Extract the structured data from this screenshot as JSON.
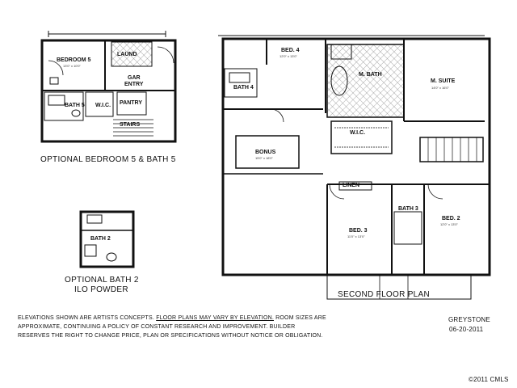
{
  "plan": {
    "captions": {
      "optional_bed5": "OPTIONAL BEDROOM 5 & BATH 5",
      "optional_bath2_line1": "OPTIONAL BATH 2",
      "optional_bath2_line2": "ILO POWDER",
      "second_floor": "SECOND FLOOR PLAN"
    },
    "rooms": {
      "bedroom5": "BEDROOM 5",
      "bedroom5_dim": "13'0\" x 10'0\"",
      "laund": "LAUND",
      "gar_entry_1": "GAR",
      "gar_entry_2": "ENTRY",
      "bath5": "BATH 5",
      "wic_small": "W.I.C.",
      "pantry": "PANTRY",
      "stairs": "STAIRS",
      "bath2_opt": "BATH 2",
      "bed4": "BED. 4",
      "bed4_dim": "12'0\" x 13'0\"",
      "bath4": "BATH 4",
      "m_bath": "M. BATH",
      "m_suite": "M. SUITE",
      "m_suite_dim": "14'0\" x 16'0\"",
      "wic": "W.I.C.",
      "bonus": "BONUS",
      "bonus_dim": "15'0\" x 18'0\"",
      "linen": "LINEN",
      "bath3": "BATH 3",
      "bed3": "BED. 3",
      "bed3_dim": "11'0\" x 13'0\"",
      "bed2": "BED. 2",
      "bed2_dim": "12'0\" x 13'0\""
    },
    "disclaimer": {
      "line1_a": "ELEVATIONS SHOWN ARE ARTISTS CONCEPTS.",
      "line1_b": "FLOOR PLANS MAY VARY BY ELEVATION.",
      "line1_c": "ROOM SIZES ARE",
      "line2": "APPROXIMATE, CONTINUING A POLICY OF CONSTANT RESEARCH AND IMPROVEMENT.  BUILDER",
      "line3": "RESERVES THE RIGHT TO CHANGE PRICE, PLAN OR SPECIFICATIONS WITHOUT NOTICE OR OBLIGATION."
    },
    "plan_name": "GREYSTONE",
    "plan_date": "06-20-2011",
    "copyright": "©2011 CMLS"
  }
}
